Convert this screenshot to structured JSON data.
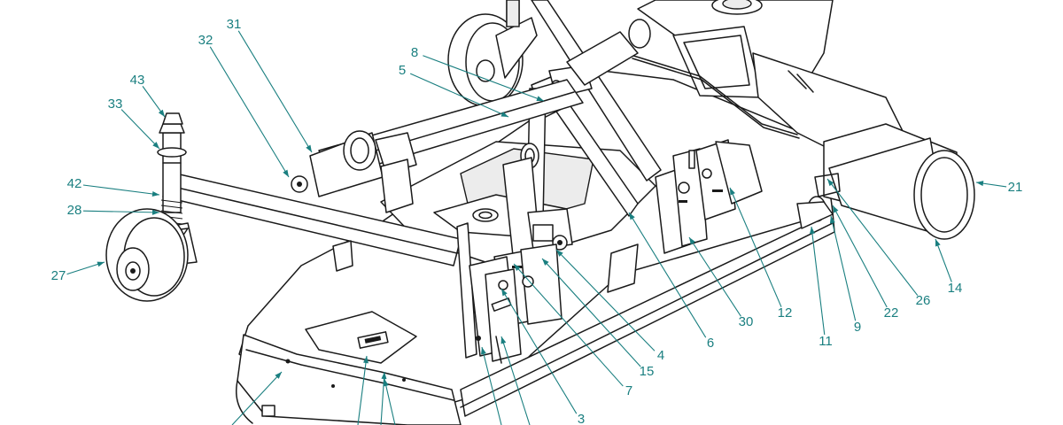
{
  "accent_color": "#1a7f80",
  "callouts": [
    {
      "id": "c31",
      "text": "31"
    },
    {
      "id": "c32",
      "text": "32"
    },
    {
      "id": "c43",
      "text": "43"
    },
    {
      "id": "c33",
      "text": "33"
    },
    {
      "id": "c42",
      "text": "42"
    },
    {
      "id": "c28",
      "text": "28"
    },
    {
      "id": "c27",
      "text": "27"
    },
    {
      "id": "c8",
      "text": "8"
    },
    {
      "id": "c5",
      "text": "5"
    },
    {
      "id": "c21",
      "text": "21"
    },
    {
      "id": "c14",
      "text": "14"
    },
    {
      "id": "c26",
      "text": "26"
    },
    {
      "id": "c22",
      "text": "22"
    },
    {
      "id": "c9",
      "text": "9"
    },
    {
      "id": "c11",
      "text": "11"
    },
    {
      "id": "c12",
      "text": "12"
    },
    {
      "id": "c30",
      "text": "30"
    },
    {
      "id": "c6",
      "text": "6"
    },
    {
      "id": "c4",
      "text": "4"
    },
    {
      "id": "c15",
      "text": "15"
    },
    {
      "id": "c7",
      "text": "7"
    },
    {
      "id": "c3",
      "text": "3"
    }
  ]
}
